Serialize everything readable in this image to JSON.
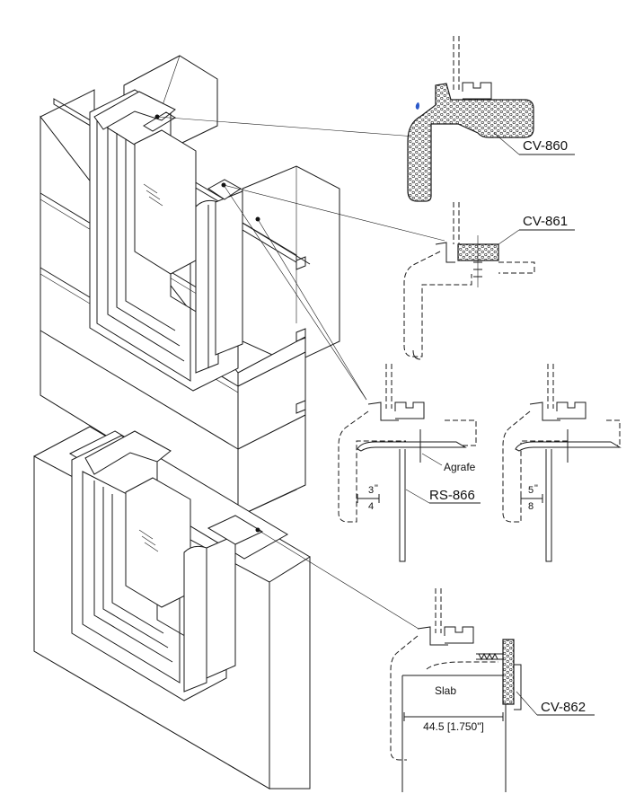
{
  "labels": {
    "cv860": "CV-860",
    "cv861": "CV-861",
    "rs866": "RS-866",
    "agrafe": "Agrafe",
    "cv862": "CV-862",
    "slab": "Slab",
    "slab_dim": "44.5 [1.750\"]"
  },
  "fractions": {
    "a": {
      "num": "3",
      "mark": "\"",
      "den": "4"
    },
    "b": {
      "num": "5",
      "mark": "\"",
      "den": "8"
    }
  },
  "colors": {
    "line": "#1a1a1a",
    "drop": "#2a58c9"
  }
}
